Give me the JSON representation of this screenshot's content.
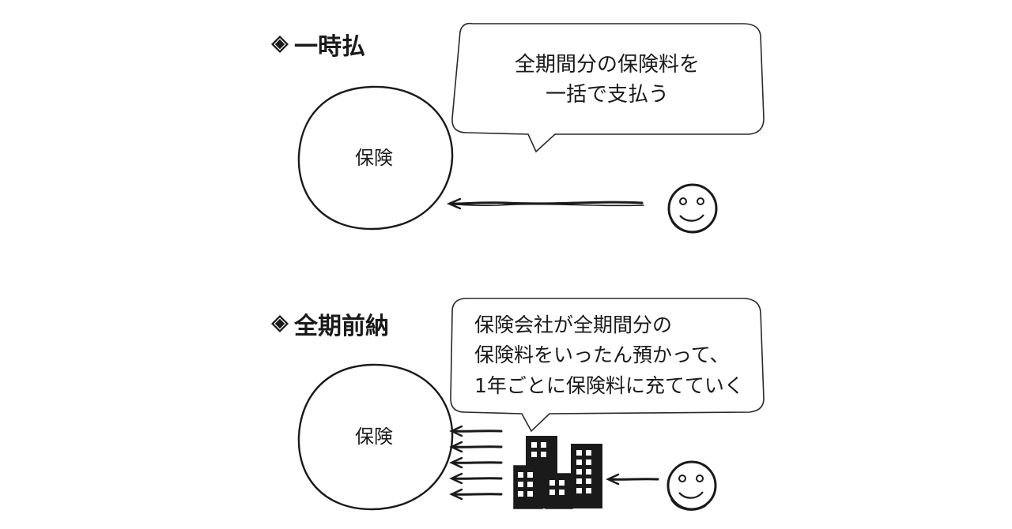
{
  "sections": [
    {
      "heading": "一時払",
      "bubble_lines": [
        "全期間分の保険料を",
        "一括で支払う"
      ],
      "circle_label": "保険"
    },
    {
      "heading": "全期前納",
      "bubble_lines": [
        "保険会社が全期間分の",
        "保険料をいったん預かって、",
        "1年ごとに保険料に充てていく"
      ],
      "circle_label": "保険"
    }
  ],
  "icons": [
    "diamond-bullet-icon",
    "smiley-face-icon",
    "building-icon",
    "arrow-left-icon"
  ],
  "colors": {
    "ink": "#1a1a1a",
    "background": "#ffffff"
  }
}
